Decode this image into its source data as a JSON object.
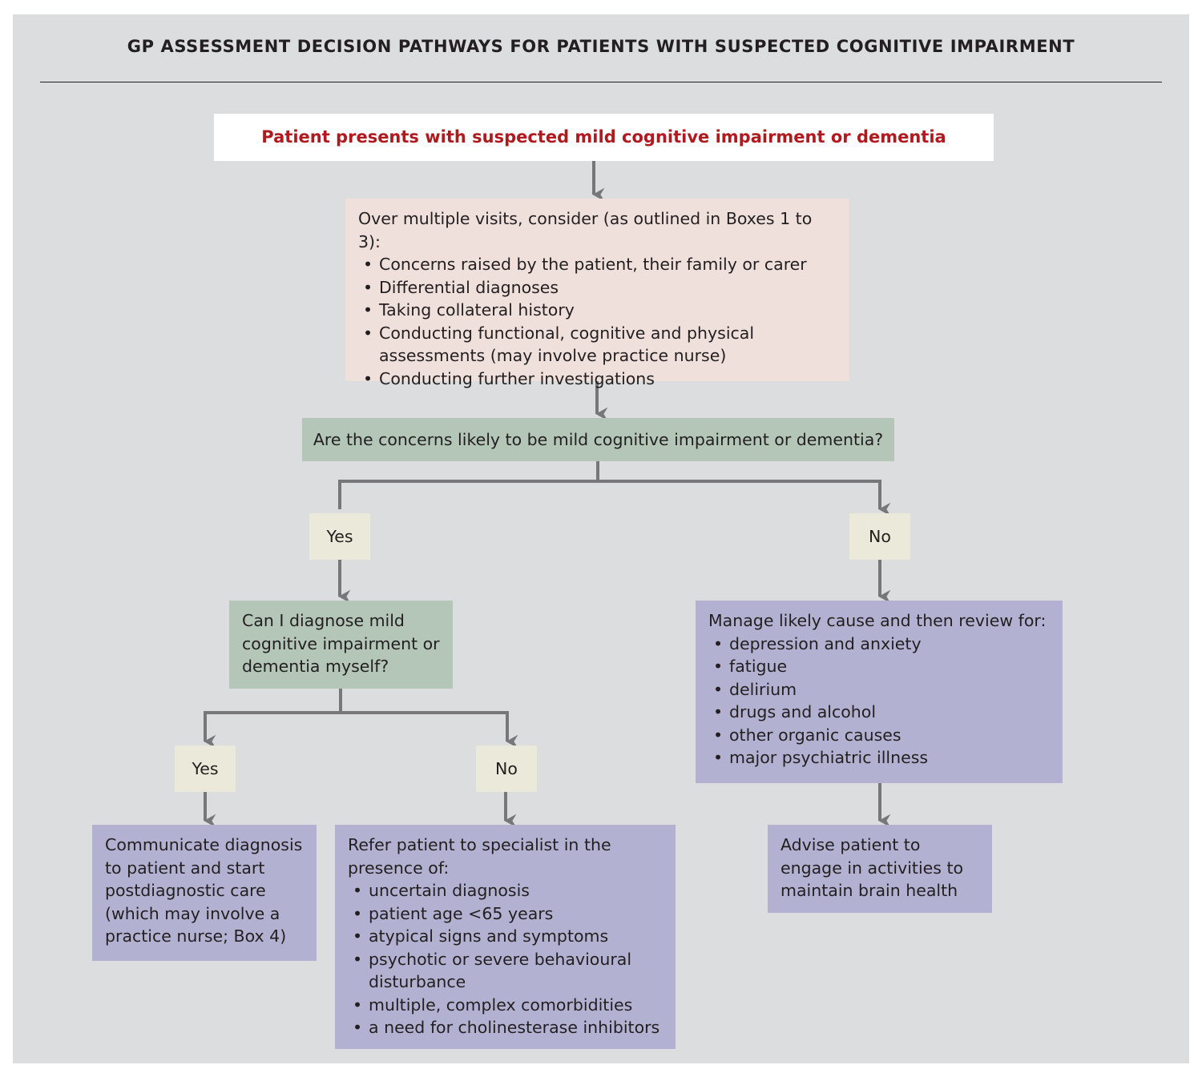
{
  "title": "GP ASSESSMENT DECISION PATHWAYS FOR PATIENTS WITH SUSPECTED COGNITIVE IMPAIRMENT",
  "nodes": {
    "presentation": "Patient presents with suspected mild cognitive impairment or dementia",
    "consider": {
      "heading": "Over multiple visits, consider (as outlined in Boxes 1 to 3):",
      "items": [
        "Concerns raised by the patient, their family or carer",
        "Differential diagnoses",
        "Taking collateral history",
        "Conducting functional, cognitive and physical assessments (may involve practice nurse)",
        "Conducting further investigations"
      ]
    },
    "question_likely": "Are the concerns likely to be mild cognitive impairment or dementia?",
    "yes_likely": "Yes",
    "no_likely": "No",
    "question_self": "Can I diagnose mild cognitive impairment or dementia myself?",
    "yes_self": "Yes",
    "no_self": "No",
    "manage": {
      "heading": "Manage likely cause and then review for:",
      "items": [
        "depression and anxiety",
        "fatigue",
        "delirium",
        "drugs and alcohol",
        "other organic causes",
        "major psychiatric illness"
      ]
    },
    "communicate": "Communicate diagnosis to patient and start postdiagnostic care (which may involve a practice nurse; Box 4)",
    "refer": {
      "heading": "Refer patient to specialist in the presence of:",
      "items": [
        "uncertain diagnosis",
        "patient age <65 years",
        "atypical signs and symptoms",
        "psychotic or severe behavioural disturbance",
        "multiple, complex comorbidities",
        "a need for cholinesterase inhibitors"
      ]
    },
    "advise": "Advise patient to engage in activities to maintain brain health"
  },
  "colors": {
    "background": "#dcdddf",
    "title_red": "#b0191e",
    "pink_box": "#efe0dc",
    "green_box": "#b3c6b8",
    "cream_box": "#ebe9d9",
    "purple_box": "#b2b1d1",
    "connector": "#77777a"
  }
}
